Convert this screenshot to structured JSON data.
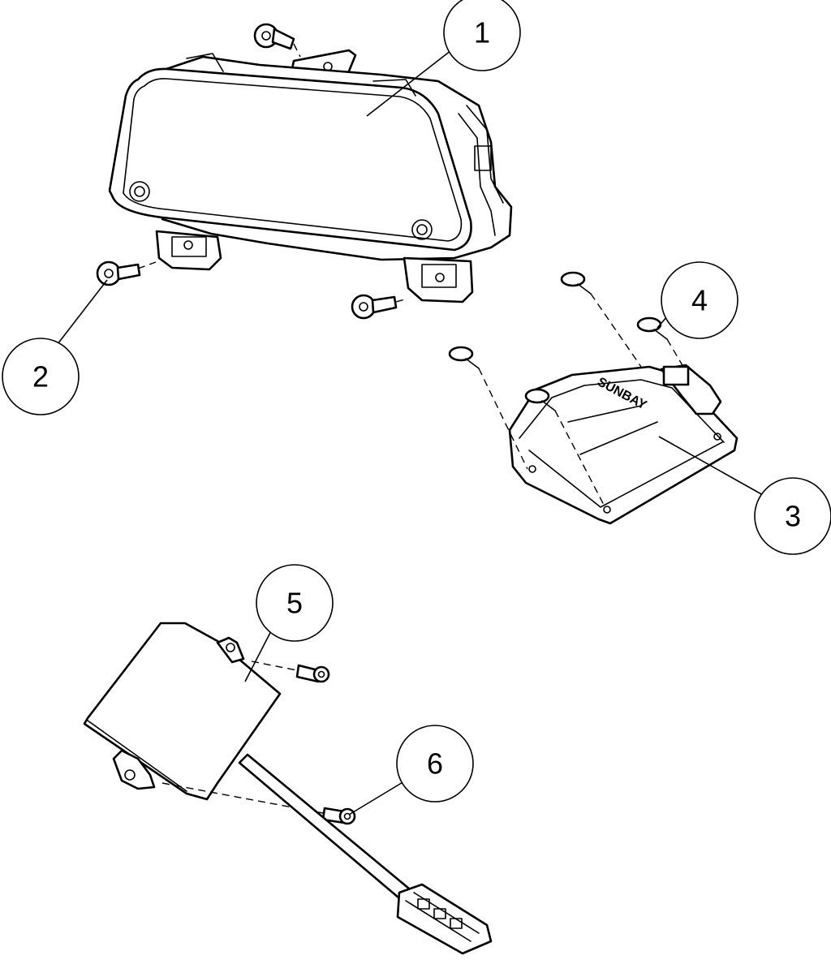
{
  "callouts": [
    {
      "id": "1",
      "label": "1"
    },
    {
      "id": "2",
      "label": "2"
    },
    {
      "id": "3",
      "label": "3"
    },
    {
      "id": "4",
      "label": "4"
    },
    {
      "id": "5",
      "label": "5"
    },
    {
      "id": "6",
      "label": "6"
    }
  ],
  "parts": {
    "cover_brand": "SUNBAY"
  },
  "colors": {
    "line": "#000000",
    "background": "#ffffff"
  }
}
